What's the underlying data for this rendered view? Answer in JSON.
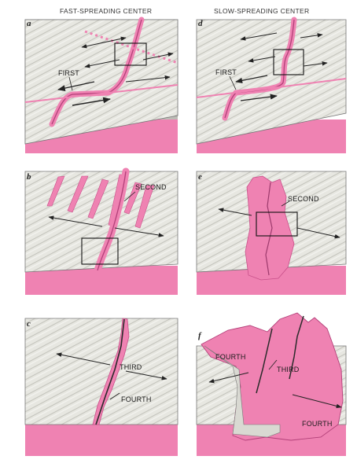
{
  "columns": {
    "left": "FAST-SPREADING CENTER",
    "right": "SLOW-SPREADING CENTER"
  },
  "panels": {
    "a": {
      "letter": "a",
      "label": "FIRST"
    },
    "d": {
      "letter": "d",
      "label": "FIRST"
    },
    "b": {
      "letter": "b",
      "label": "SECOND"
    },
    "e": {
      "letter": "e",
      "label": "SECOND"
    },
    "c": {
      "letter": "c",
      "label_third": "THIRD",
      "label_fourth": "FOURTH"
    },
    "f": {
      "letter": "f",
      "label_fourth_left": "FOURTH",
      "label_third": "THIRD",
      "label_fourth_right": "FOURTH"
    }
  },
  "colors": {
    "magma": "#ef82b2",
    "magma_dark": "#c9508a",
    "crust_top": "#e6e6e0",
    "crust_side": "#cfcfc8",
    "outline": "#555555"
  }
}
